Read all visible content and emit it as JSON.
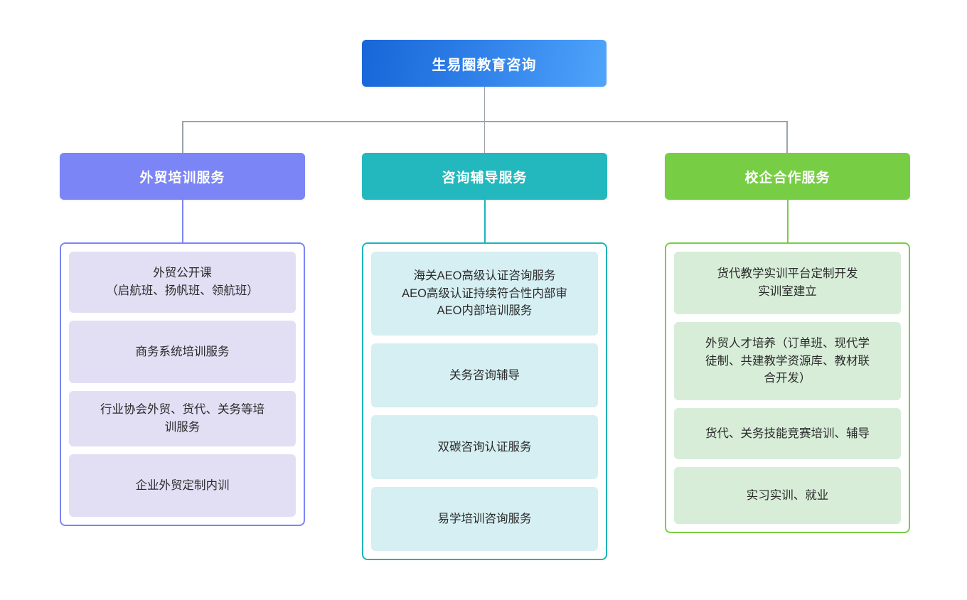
{
  "diagram": {
    "title": "生易圈教育咨询",
    "root": {
      "label": "生易圈教育咨询",
      "color": "#1f73e0",
      "gradient_from": "#1866d8",
      "gradient_to": "#4fa4fb",
      "text_color": "#ffffff"
    },
    "connector_color": "#9aa3ab",
    "branches": [
      {
        "label": "外贸培训服务",
        "header_color": "#7b85f5",
        "border_color": "#7b85f5",
        "card_color": "#e2dff5",
        "text_color": "#ffffff",
        "items": [
          {
            "text": "外贸公开课\n（启航班、扬帆班、领航班）"
          },
          {
            "text": "商务系统培训服务"
          },
          {
            "text": "行业协会外贸、货代、关务等培\n训服务"
          },
          {
            "text": "企业外贸定制内训"
          }
        ]
      },
      {
        "label": "咨询辅导服务",
        "header_color": "#22b8bd",
        "border_color": "#1bb4ba",
        "card_color": "#d6eff2",
        "text_color": "#ffffff",
        "items": [
          {
            "text": "海关AEO高级认证咨询服务\nAEO高级认证持续符合性内部审\nAEO内部培训服务"
          },
          {
            "text": "关务咨询辅导"
          },
          {
            "text": "双碳咨询认证服务"
          },
          {
            "text": "易学培训咨询服务"
          }
        ]
      },
      {
        "label": "校企合作服务",
        "header_color": "#77ce44",
        "border_color": "#77ce44",
        "card_color": "#d7edd8",
        "text_color": "#ffffff",
        "items": [
          {
            "text": "货代教学实训平台定制开发\n实训室建立"
          },
          {
            "text": "外贸人才培养（订单班、现代学\n徒制、共建教学资源库、教材联\n合开发）"
          },
          {
            "text": "货代、关务技能竞赛培训、辅导"
          },
          {
            "text": "实习实训、就业"
          }
        ]
      }
    ]
  }
}
